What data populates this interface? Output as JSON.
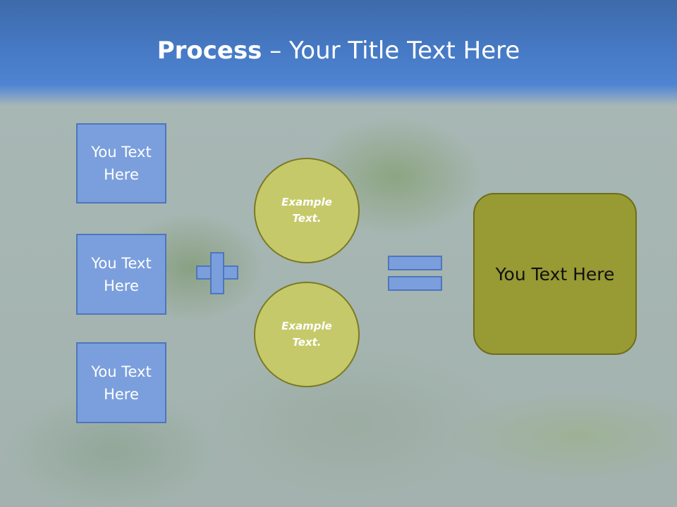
{
  "slide": {
    "title_bold": "Process",
    "title_rest": " – Your Title Text Here",
    "boxes": [
      "You Text Here",
      "You Text Here",
      "You Text Here"
    ],
    "circles": [
      "Example Text.",
      "Example Text."
    ],
    "result": "You Text Here"
  },
  "colors": {
    "header_band": "#4679c3",
    "box_fill": "#7b9fdd",
    "circle_fill": "#c6c96a",
    "result_fill": "#989a33"
  },
  "icons": [
    "plus-icon",
    "equals-icon"
  ]
}
